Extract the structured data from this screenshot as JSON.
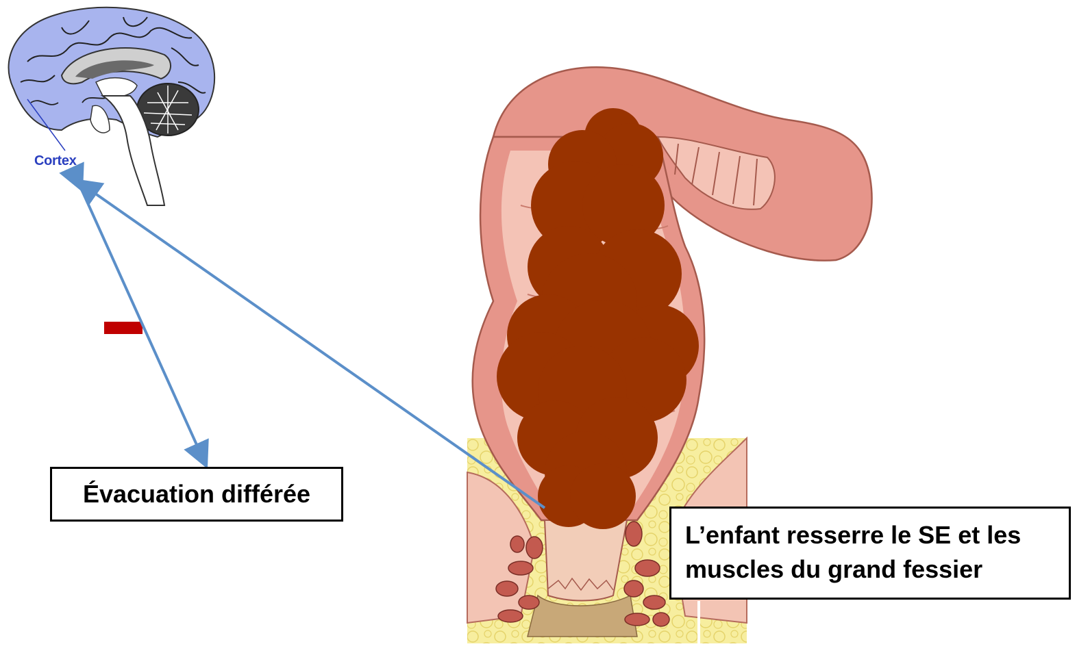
{
  "diagram": {
    "cortex_label": "Cortex",
    "evacuation_label": "Évacuation différée",
    "child_text_line1": "L’enfant resserre le SE et les",
    "child_text_line2": "muscles du grand fessier",
    "inhibition_sign": "−"
  },
  "colors": {
    "arrow": "#5b8fc9",
    "inhibition": "#c00000",
    "stool": "#993300",
    "rectum_wall": "#e6958a",
    "rectum_inner": "#f4c3b6",
    "fat": "#f5ea9c",
    "brain": "#a8b4ee",
    "cortex_text": "#2a3fbf"
  },
  "icons": {
    "brain": "brain-sagittal-illustration",
    "rectum": "rectum-anatomy-illustration"
  }
}
